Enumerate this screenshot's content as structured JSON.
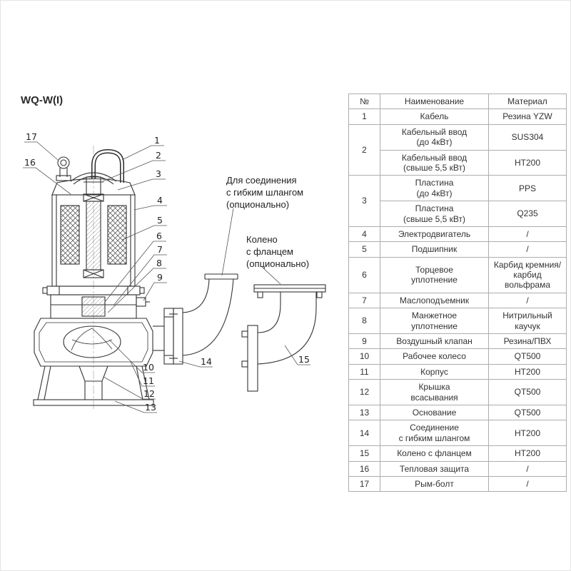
{
  "title": "WQ-W(I)",
  "annotations": {
    "flex_hose": "Для соединения\nс гибким шлангом\n(опционально)",
    "elbow": "Колено\nс фланцем\n(опционально)"
  },
  "callouts": {
    "n1": "1",
    "n2": "2",
    "n3": "3",
    "n4": "4",
    "n5": "5",
    "n6": "6",
    "n7": "7",
    "n8": "8",
    "n9": "9",
    "n10": "10",
    "n11": "11",
    "n12": "12",
    "n13": "13",
    "n14": "14",
    "n15": "15",
    "n16": "16",
    "n17": "17"
  },
  "table": {
    "headers": [
      "№",
      "Наименование",
      "Материал"
    ],
    "rows": [
      {
        "num": "1",
        "name": "Кабель",
        "material": "Резина YZW"
      },
      {
        "num": "2",
        "name": "Кабельный ввод\n(до 4кВт)",
        "material": "SUS304"
      },
      {
        "num": "",
        "name": "Кабельный ввод\n(свыше 5,5 кВт)",
        "material": "HT200"
      },
      {
        "num": "3",
        "name": "Пластина\n(до 4кВт)",
        "material": "PPS"
      },
      {
        "num": "",
        "name": "Пластина\n(свыше 5,5 кВт)",
        "material": "Q235"
      },
      {
        "num": "4",
        "name": "Электродвигатель",
        "material": "/"
      },
      {
        "num": "5",
        "name": "Подшипник",
        "material": "/"
      },
      {
        "num": "6",
        "name": "Торцевое\nуплотнение",
        "material": "Карбид кремния/\nкарбид\nвольфрама"
      },
      {
        "num": "7",
        "name": "Маслоподъемник",
        "material": "/"
      },
      {
        "num": "8",
        "name": "Манжетное\nуплотнение",
        "material": "Нитрильный\nкаучук"
      },
      {
        "num": "9",
        "name": "Воздушный клапан",
        "material": "Резина/ПВХ"
      },
      {
        "num": "10",
        "name": "Рабочее колесо",
        "material": "QT500"
      },
      {
        "num": "11",
        "name": "Корпус",
        "material": "HT200"
      },
      {
        "num": "12",
        "name": "Крышка\nвсасывания",
        "material": "QT500"
      },
      {
        "num": "13",
        "name": "Основание",
        "material": "QT500"
      },
      {
        "num": "14",
        "name": "Соединение\nс гибким шлангом",
        "material": "HT200"
      },
      {
        "num": "15",
        "name": "Колено с фланцем",
        "material": "HT200"
      },
      {
        "num": "16",
        "name": "Тепловая защита",
        "material": "/"
      },
      {
        "num": "17",
        "name": "Рым-болт",
        "material": "/"
      }
    ]
  }
}
